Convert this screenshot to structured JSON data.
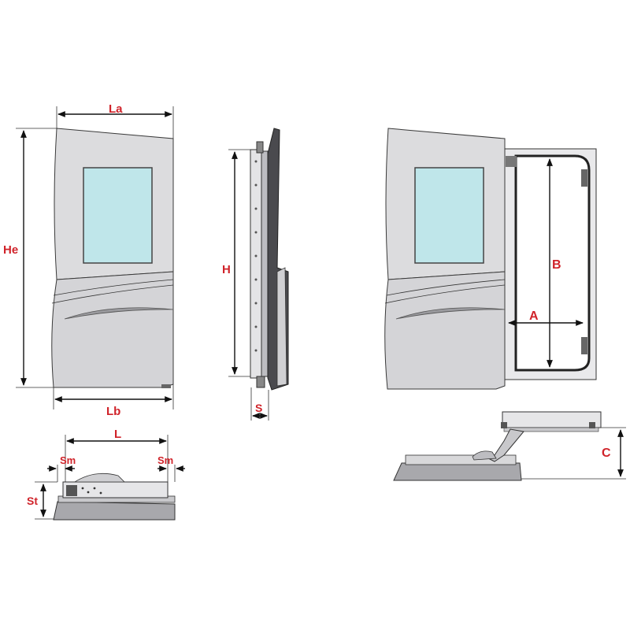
{
  "labels": {
    "la": "La",
    "lb": "Lb",
    "he": "He",
    "h": "H",
    "s": "S",
    "l": "L",
    "sm_left": "Sm",
    "sm_right": "Sm",
    "st": "St",
    "a": "A",
    "b": "B",
    "c": "C"
  },
  "colors": {
    "label": "#d0232a",
    "door_panel": "#dcdcde",
    "door_lower": "#d2d2d5",
    "glass": "#bfe6ea",
    "line": "#111111"
  }
}
